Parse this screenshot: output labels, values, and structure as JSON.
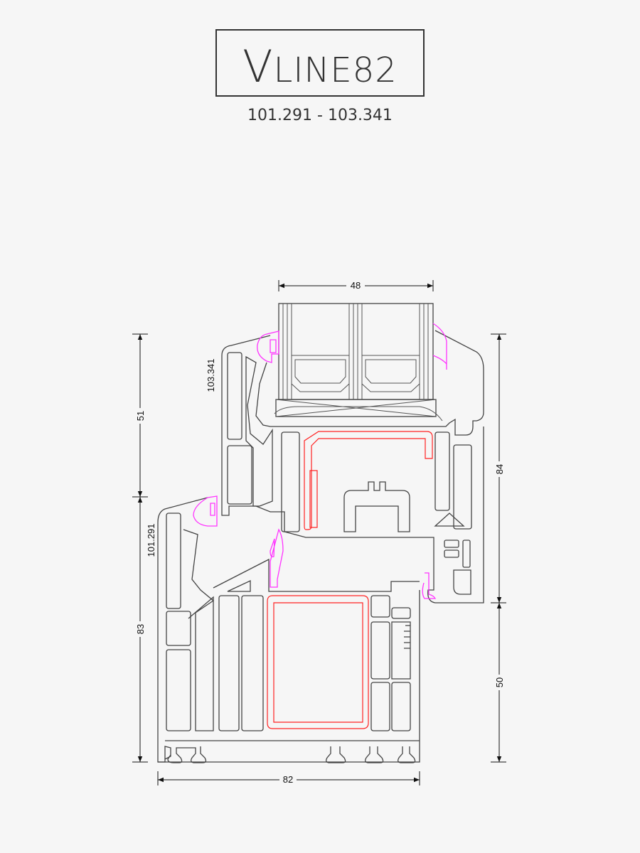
{
  "logo": {
    "text_first": "V",
    "text_rest": "LINE82",
    "full": "VLINE82"
  },
  "subtitle": "101.291 - 103.341",
  "profiles": {
    "sash_code": "103.341",
    "frame_code": "101.291"
  },
  "dimensions": {
    "glass_width": "48",
    "left_upper": "51",
    "left_lower": "83",
    "right_upper": "84",
    "right_lower": "50",
    "total_width": "82"
  },
  "colors": {
    "profile": "#444444",
    "gasket": "#ff33ff",
    "steel": "#ff2222",
    "background": "#f6f6f6"
  }
}
